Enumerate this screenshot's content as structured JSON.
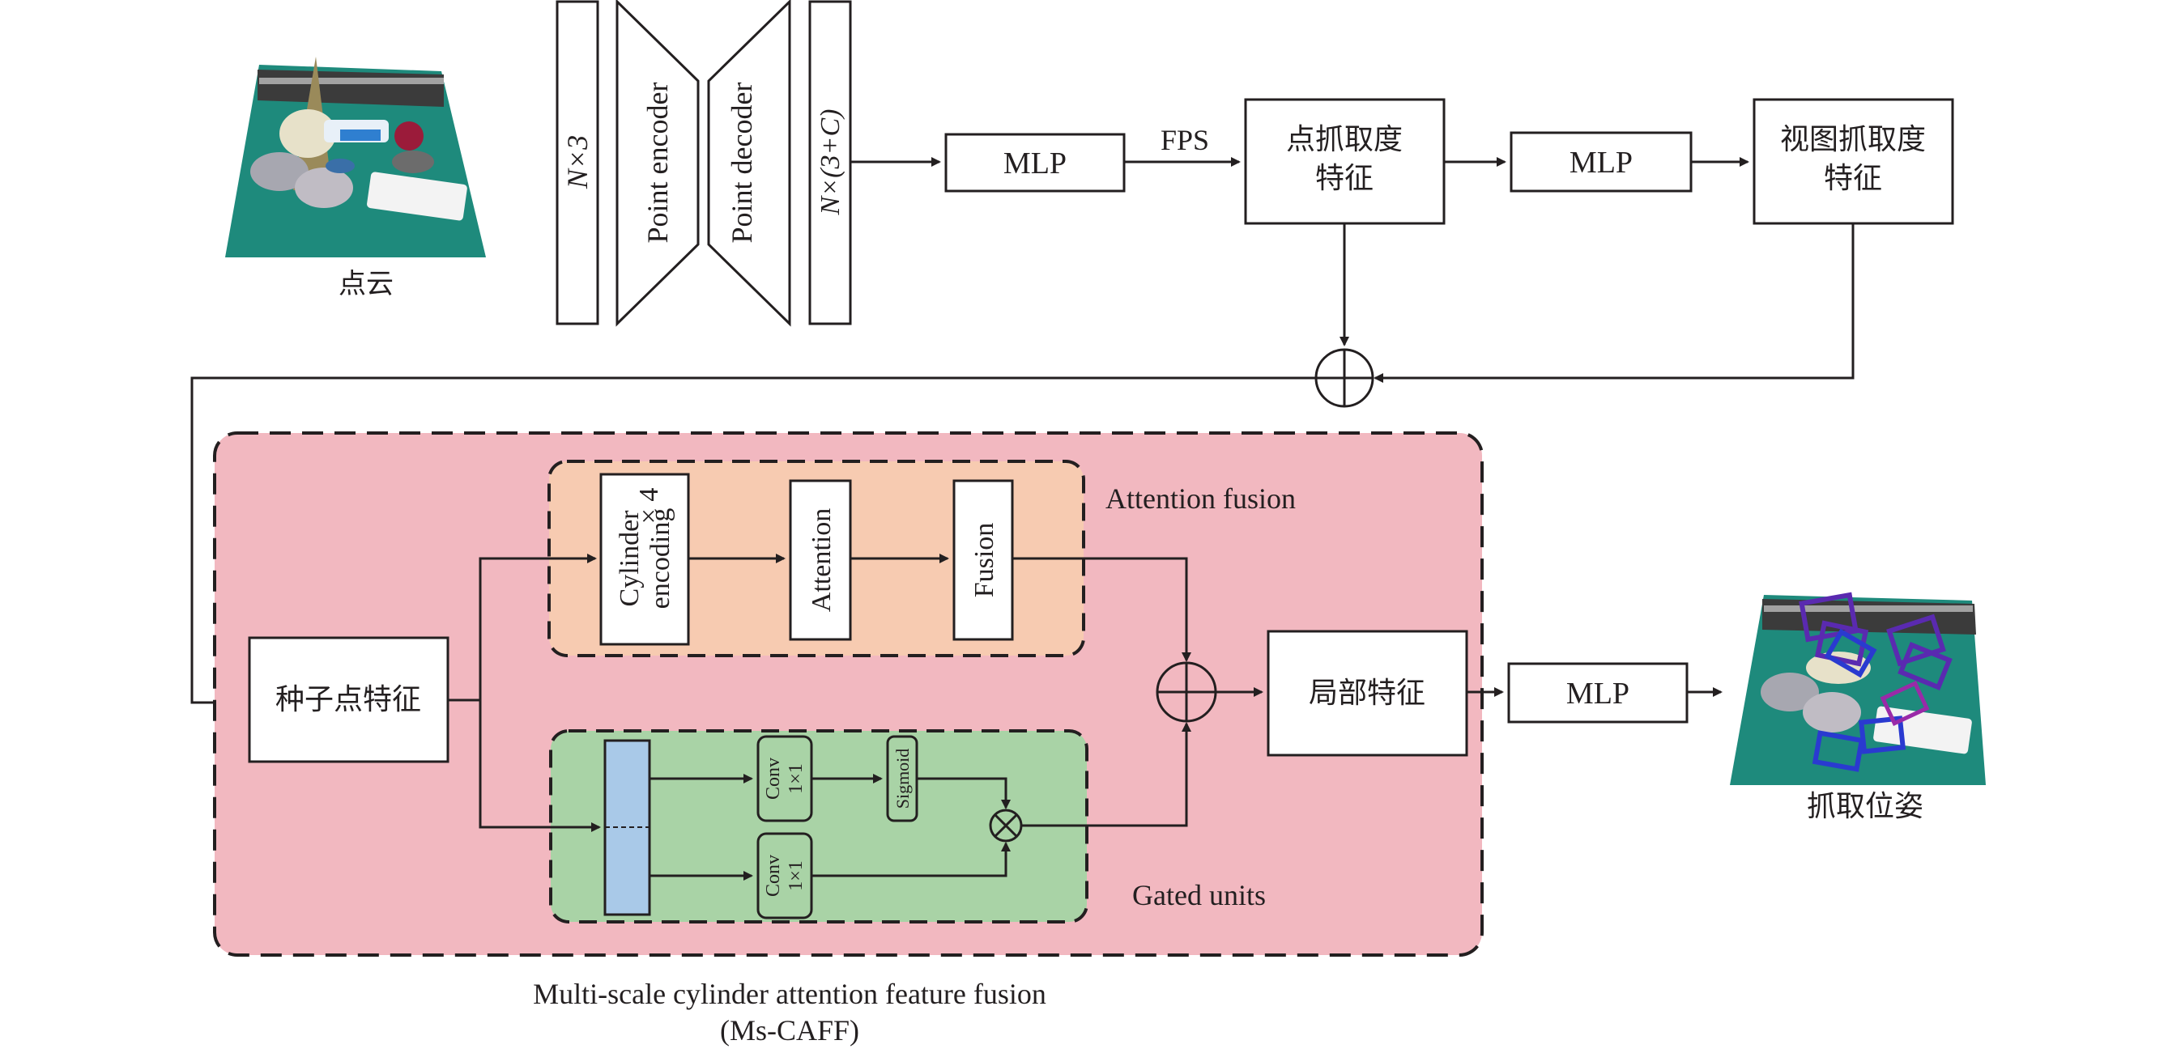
{
  "input": {
    "label": "点云"
  },
  "encoder": {
    "input_dim": "N×3",
    "encoder_label": "Point encoder",
    "decoder_label": "Point decoder",
    "output_dim": "N×(3+C)"
  },
  "top_row": {
    "mlp1": "MLP",
    "fps": "FPS",
    "point_grasp_line1": "点抓取度",
    "point_grasp_line2": "特征",
    "mlp2": "MLP",
    "view_grasp_line1": "视图抓取度",
    "view_grasp_line2": "特征"
  },
  "module": {
    "caption_line1": "Multi-scale cylinder attention feature fusion",
    "caption_line2": "(Ms-CAFF)",
    "seed_feature": "种子点特征",
    "attention_fusion": {
      "title": "Attention fusion",
      "cylinder_line1": "Cylinder",
      "cylinder_line2": "encoding",
      "multiplier": "× 4",
      "attention": "Attention",
      "fusion": "Fusion"
    },
    "gated_units": {
      "title": "Gated units",
      "conv1_line1": "Conv",
      "conv1_line2": "1×1",
      "conv2_line1": "Conv",
      "conv2_line2": "1×1",
      "sigmoid": "Sigmoid"
    },
    "local_feature": "局部特征"
  },
  "output": {
    "mlp": "MLP",
    "label": "抓取位姿"
  },
  "colors": {
    "module_bg": "#f2b8c0",
    "attention_bg": "#f7cbb1",
    "gated_bg": "#a9d3a6",
    "feature_bar": "#a9c9e8",
    "table": "#1e8a7c",
    "line": "#231f20"
  }
}
